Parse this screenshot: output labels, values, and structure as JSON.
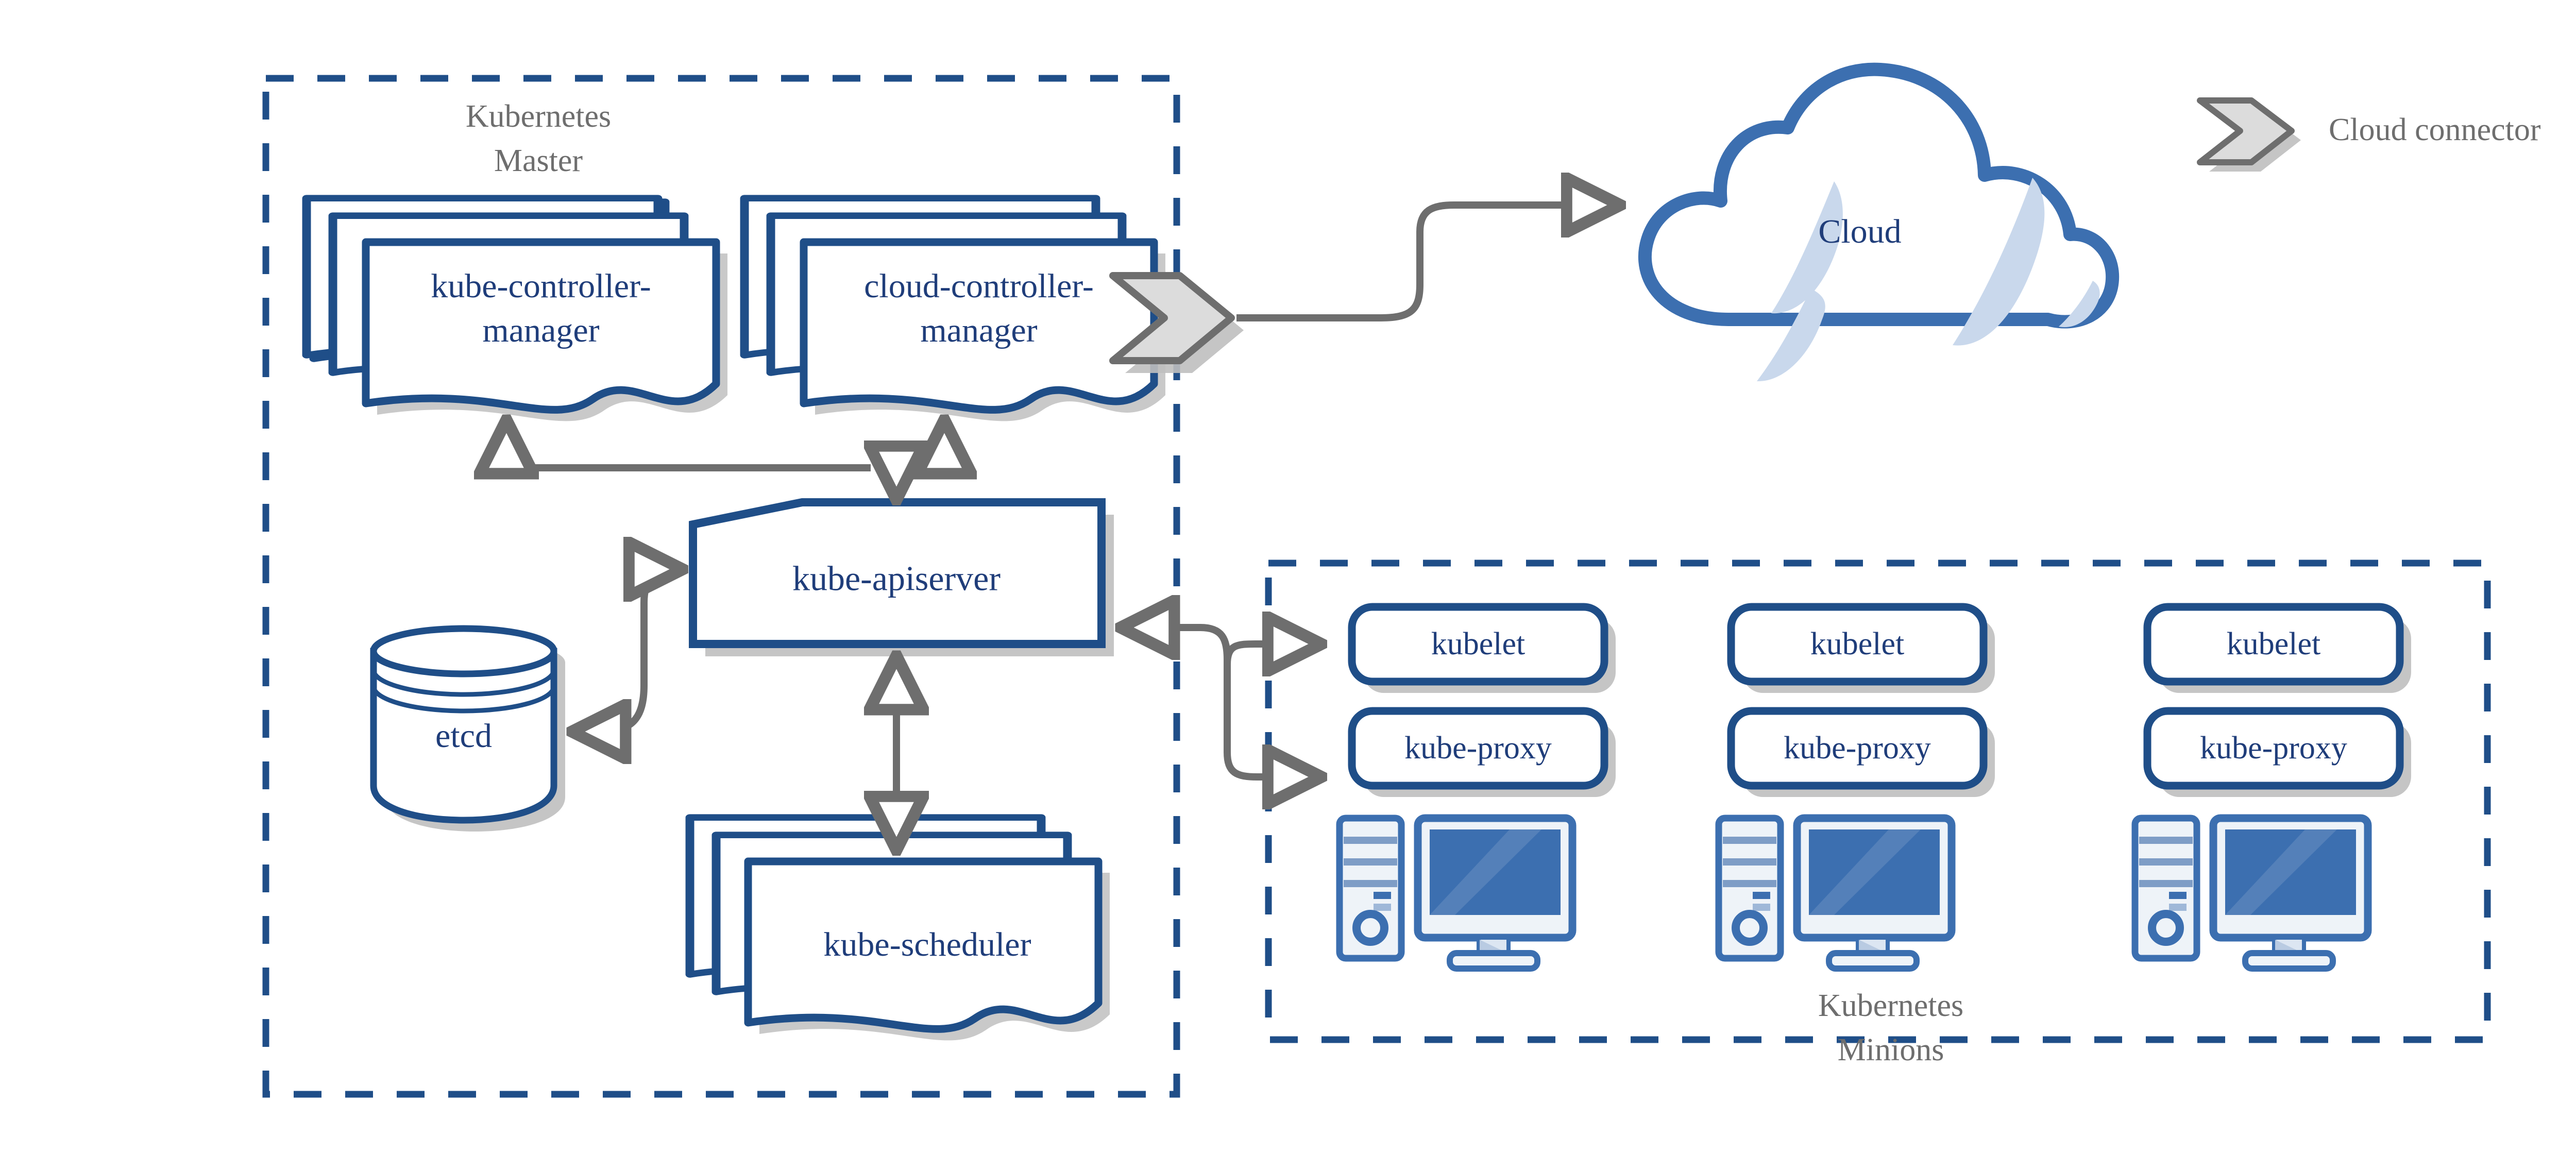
{
  "diagram": {
    "title": "Kubernetes cluster architecture",
    "colors": {
      "node_stroke": "#1F4E88",
      "node_text": "#1F3D7A",
      "dashed_border": "#1F4E88",
      "connector": "#6E6E6E",
      "group_text": "#6E6E6E",
      "shadow": "#BFBFBF",
      "cloud_stroke": "#3C6FB0",
      "cloud_accent": "#C9D8EC",
      "icon_light": "#EEF3F8",
      "icon_mid": "#7E9DC6",
      "icon_screen": "#3C6FB0",
      "connector_fill": "#DCDCDC",
      "connector_stroke": "#6E6E6E",
      "page_background": "#FFFFFF"
    },
    "groups": [
      {
        "id": "master",
        "label_line1": "Kubernetes",
        "label_line2": "Master"
      },
      {
        "id": "minions",
        "label_line1": "Kubernetes",
        "label_line2": "Minions"
      }
    ],
    "legend": {
      "icon": "cloud-connector-chevron-icon",
      "label": "Cloud connector"
    },
    "master_nodes": [
      {
        "id": "kube-controller-manager",
        "shape": "stacked-document",
        "label_line1": "kube-controller-",
        "label_line2": "manager"
      },
      {
        "id": "cloud-controller-manager",
        "shape": "stacked-document",
        "label_line1": "cloud-controller-",
        "label_line2": "manager"
      },
      {
        "id": "kube-apiserver",
        "shape": "cut-corner-card",
        "label": "kube-apiserver"
      },
      {
        "id": "etcd",
        "shape": "database-cylinder",
        "label": "etcd"
      },
      {
        "id": "kube-scheduler",
        "shape": "stacked-document",
        "label": "kube-scheduler"
      }
    ],
    "cloud": {
      "id": "cloud",
      "shape": "cloud",
      "label": "Cloud"
    },
    "minion_nodes": [
      {
        "id": "minion-1",
        "kubelet": "kubelet",
        "kube_proxy": "kube-proxy",
        "icon": "desktop-computer-icon"
      },
      {
        "id": "minion-2",
        "kubelet": "kubelet",
        "kube_proxy": "kube-proxy",
        "icon": "desktop-computer-icon"
      },
      {
        "id": "minion-3",
        "kubelet": "kubelet",
        "kube_proxy": "kube-proxy",
        "icon": "desktop-computer-icon"
      }
    ],
    "connectors": [
      {
        "from": "kube-apiserver",
        "to": "kube-controller-manager",
        "style": "bidirectional"
      },
      {
        "from": "kube-apiserver",
        "to": "cloud-controller-manager",
        "style": "bidirectional"
      },
      {
        "from": "kube-apiserver",
        "to": "etcd",
        "style": "bidirectional"
      },
      {
        "from": "kube-apiserver",
        "to": "kube-scheduler",
        "style": "bidirectional"
      },
      {
        "from": "kube-apiserver",
        "to": "minion-1 kubelet",
        "style": "bidirectional"
      },
      {
        "from": "kube-apiserver",
        "to": "minion-1 kube-proxy",
        "style": "bidirectional"
      },
      {
        "from": "cloud-controller-manager",
        "to": "cloud",
        "style": "directional"
      }
    ]
  }
}
